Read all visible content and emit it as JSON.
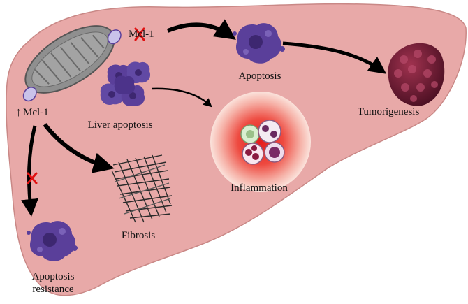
{
  "labels": {
    "mcl1_top": "Mcl-1",
    "mcl1_up": "Mcl-1",
    "up_arrow": "↑",
    "apoptosis": "Apoptosis",
    "tumorigenesis": "Tumorigenesis",
    "liver_apoptosis": "Liver apoptosis",
    "inflammation": "Inflammation",
    "fibrosis": "Fibrosis",
    "apoptosis_resistance_line1": "Apoptosis",
    "apoptosis_resistance_line2": "resistance"
  },
  "colors": {
    "liver": "#e8a9a8",
    "liver_edge": "#c98886",
    "cell": "#5a3f9a",
    "arrow": "#000000",
    "block_mark": "#e01010",
    "inflammation_core": "#e02020",
    "tumor": "#7a1f38"
  },
  "icons": [
    "mitochondrion-icon",
    "block-x-icon",
    "apoptotic-cell-icon",
    "tumor-icon",
    "immune-cells-icon",
    "collagen-fibers-icon"
  ]
}
